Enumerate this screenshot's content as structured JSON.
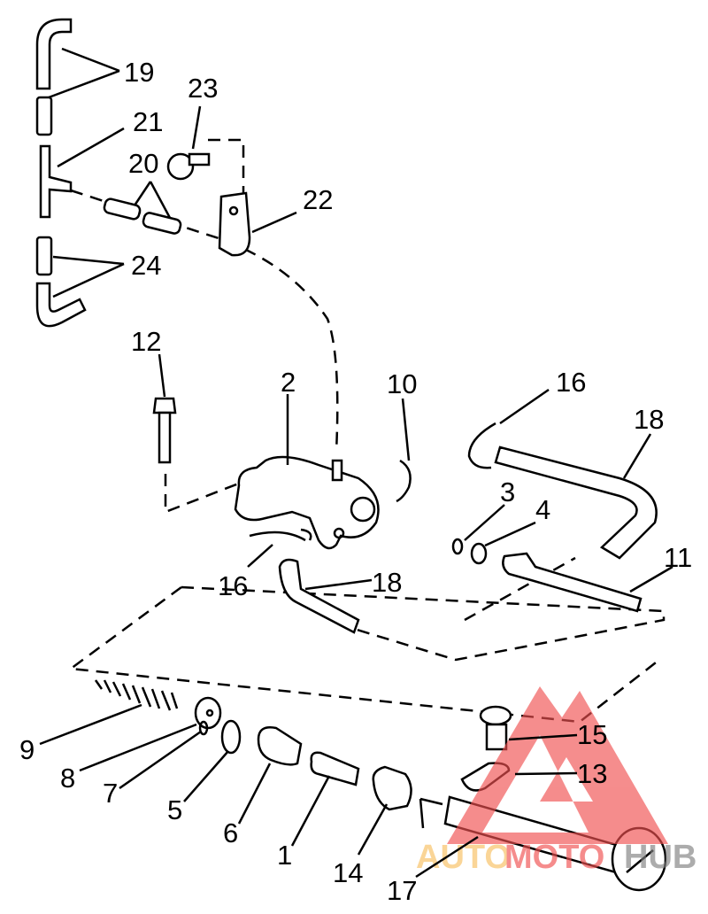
{
  "diagram": {
    "labels": {
      "p19": "19",
      "p23": "23",
      "p21": "21",
      "p20": "20",
      "p22": "22",
      "p24": "24",
      "p12": "12",
      "p2": "2",
      "p10": "10",
      "p16a": "16",
      "p18a": "18",
      "p3": "3",
      "p4": "4",
      "p11": "11",
      "p16b": "16",
      "p18b": "18",
      "p9": "9",
      "p8": "8",
      "p7": "7",
      "p5": "5",
      "p6": "6",
      "p1": "1",
      "p14": "14",
      "p15": "15",
      "p13": "13",
      "p17": "17"
    },
    "watermark": {
      "part1": "AUTOMOTO",
      "part2": "HUB",
      "color_red": "#f05050",
      "color_orange": "#f8c060",
      "color_gray": "#808080"
    }
  }
}
